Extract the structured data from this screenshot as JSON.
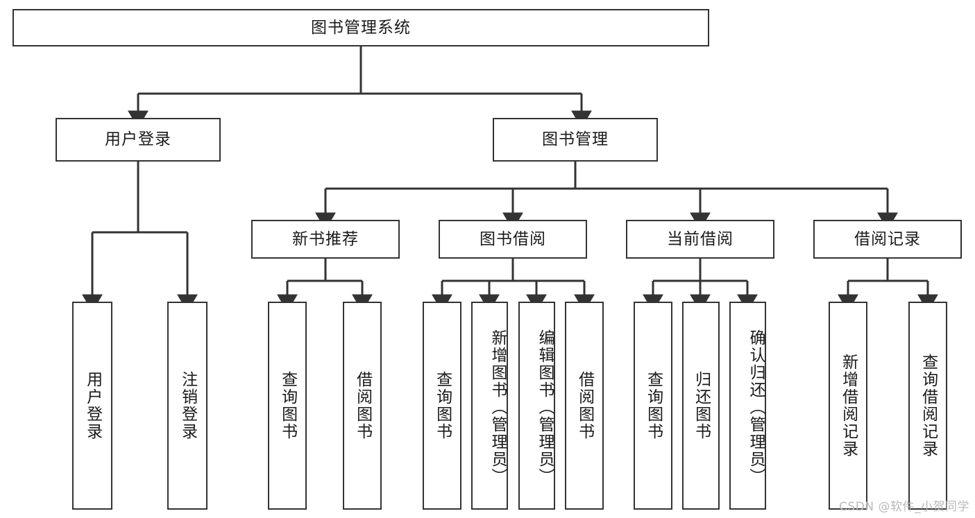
{
  "diagram": {
    "title": "图书管理系统",
    "type": "tree",
    "watermark": "CSDN @软件_小贺同学",
    "colors": {
      "border": "#333333",
      "fill": "#ffffff",
      "text": "#1a1a1a",
      "edge": "#333333",
      "watermark": "#b9b9b9"
    },
    "levels": {
      "root": "图书管理系统",
      "level2": [
        "用户登录",
        "图书管理"
      ],
      "level3": [
        "新书推荐",
        "图书借阅",
        "当前借阅",
        "借阅记录"
      ],
      "level4_count": 13
    },
    "nodes": {
      "root": {
        "label": "图书管理系统"
      },
      "user_login": {
        "label": "用户登录"
      },
      "book_manage": {
        "label": "图书管理"
      },
      "new_book_rec": {
        "label": "新书推荐"
      },
      "book_borrow": {
        "label": "图书借阅"
      },
      "current_borrow": {
        "label": "当前借阅"
      },
      "borrow_record": {
        "label": "借阅记录"
      },
      "leaf_user_login": {
        "label": "用户登录"
      },
      "leaf_logout": {
        "label": "注销登录"
      },
      "leaf_query_book_1": {
        "label": "查询图书"
      },
      "leaf_borrow_book_1": {
        "label": "借阅图书"
      },
      "leaf_query_book_2": {
        "label": "查询图书"
      },
      "leaf_add_book": {
        "label": "新增图书（管理员）"
      },
      "leaf_edit_book": {
        "label": "编辑图书（管理员）"
      },
      "leaf_borrow_book_2": {
        "label": "借阅图书"
      },
      "leaf_query_book_3": {
        "label": "查询图书"
      },
      "leaf_return_book": {
        "label": "归还图书"
      },
      "leaf_confirm_return": {
        "label": "确认归还（管理员）"
      },
      "leaf_add_record": {
        "label": "新增借阅记录"
      },
      "leaf_query_record": {
        "label": "查询借阅记录"
      }
    },
    "edges": [
      {
        "from": "root",
        "to": "user_login"
      },
      {
        "from": "root",
        "to": "book_manage"
      },
      {
        "from": "book_manage",
        "to": "new_book_rec"
      },
      {
        "from": "book_manage",
        "to": "book_borrow"
      },
      {
        "from": "book_manage",
        "to": "current_borrow"
      },
      {
        "from": "book_manage",
        "to": "borrow_record"
      },
      {
        "from": "user_login",
        "to": "leaf_user_login"
      },
      {
        "from": "user_login",
        "to": "leaf_logout"
      },
      {
        "from": "new_book_rec",
        "to": "leaf_query_book_1"
      },
      {
        "from": "new_book_rec",
        "to": "leaf_borrow_book_1"
      },
      {
        "from": "book_borrow",
        "to": "leaf_query_book_2"
      },
      {
        "from": "book_borrow",
        "to": "leaf_add_book"
      },
      {
        "from": "book_borrow",
        "to": "leaf_edit_book"
      },
      {
        "from": "book_borrow",
        "to": "leaf_borrow_book_2"
      },
      {
        "from": "current_borrow",
        "to": "leaf_query_book_3"
      },
      {
        "from": "current_borrow",
        "to": "leaf_return_book"
      },
      {
        "from": "current_borrow",
        "to": "leaf_confirm_return"
      },
      {
        "from": "borrow_record",
        "to": "leaf_add_record"
      },
      {
        "from": "borrow_record",
        "to": "leaf_query_record"
      }
    ]
  }
}
